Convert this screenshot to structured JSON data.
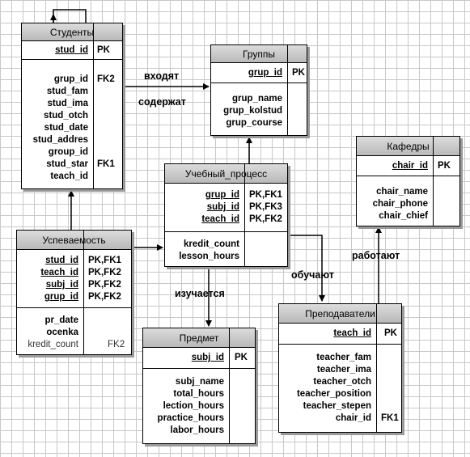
{
  "entities": {
    "students": {
      "title": "Студенты",
      "pk_fields": [
        "stud_id"
      ],
      "pk_keys": [
        "PK"
      ],
      "fields": [
        "grup_id",
        "stud_fam",
        "stud_ima",
        "stud_otch",
        "stud_date",
        "stud_addres",
        "group_id",
        "stud_star",
        "teach_id"
      ],
      "keys": [
        "FK2",
        "",
        "",
        "",
        "",
        "",
        "",
        "FK1",
        ""
      ]
    },
    "groups": {
      "title": "Группы",
      "pk_fields": [
        "grup_id"
      ],
      "pk_keys": [
        "PK"
      ],
      "fields": [
        "grup_name",
        "grup_kolstud",
        "grup_course"
      ],
      "keys": [
        "",
        "",
        ""
      ]
    },
    "departments": {
      "title": "Кафедры",
      "pk_fields": [
        "chair_id"
      ],
      "pk_keys": [
        "PK"
      ],
      "fields": [
        "chair_name",
        "chair_phone",
        "chair_chief"
      ],
      "keys": [
        "",
        "",
        ""
      ]
    },
    "process": {
      "title": "Учебный_процесс",
      "pk_fields": [
        "grup_id",
        "subj_id",
        "teach_id"
      ],
      "pk_keys": [
        "PK,FK1",
        "PK,FK3",
        "PK,FK2"
      ],
      "fields": [
        "kredit_count",
        "lesson_hours"
      ],
      "keys": [
        "",
        ""
      ]
    },
    "progress": {
      "title": "Успеваемость",
      "pk_fields": [
        "stud_id",
        "teach_id",
        "subj_id",
        "grup_id"
      ],
      "pk_keys": [
        "PK,FK1",
        "PK,FK2",
        "PK,FK2",
        "PK,FK2"
      ],
      "fields": [
        "pr_date",
        "ocenka"
      ],
      "keys": [
        "",
        ""
      ],
      "extra_fields": [
        "kredit_count"
      ],
      "extra_keys": [
        "FK2"
      ]
    },
    "subject": {
      "title": "Предмет",
      "pk_fields": [
        "subj_id"
      ],
      "pk_keys": [
        "PK"
      ],
      "fields": [
        "subj_name",
        "total_hours",
        "lection_hours",
        "practice_hours",
        "labor_hours"
      ],
      "keys": [
        "",
        "",
        "",
        "",
        ""
      ]
    },
    "teachers": {
      "title": "Преподаватели",
      "pk_fields": [
        "teach_id"
      ],
      "pk_keys": [
        "PK"
      ],
      "fields": [
        "teacher_fam",
        "teacher_ima",
        "teacher_otch",
        "teacher_position",
        "teacher_stepen",
        "chair_id"
      ],
      "keys": [
        "",
        "",
        "",
        "",
        "",
        "FK1"
      ]
    }
  },
  "relations": {
    "enter": "входят",
    "contain": "содержат",
    "studied": "изучается",
    "teach": "обучают",
    "work": "работают"
  }
}
